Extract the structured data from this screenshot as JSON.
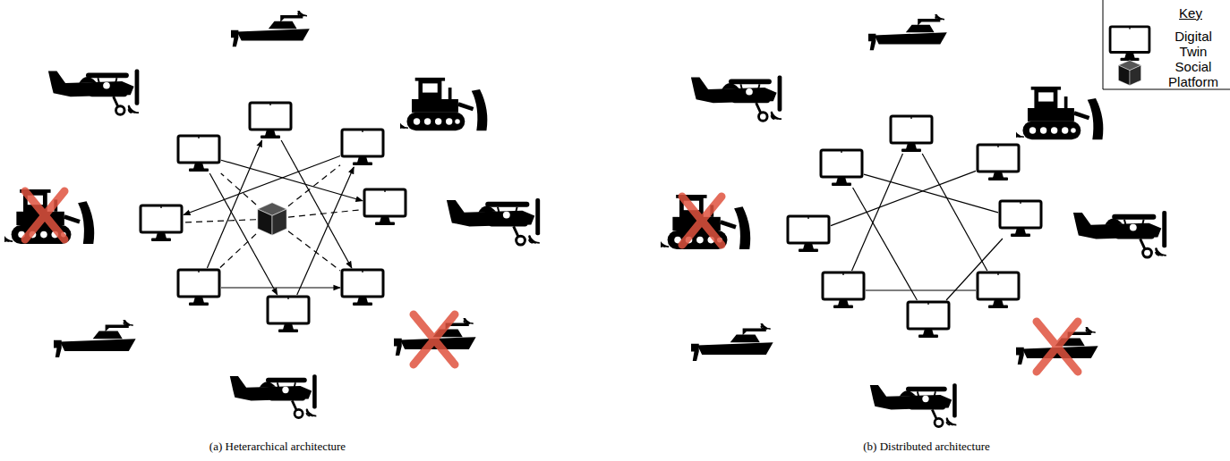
{
  "diagram": {
    "nodes": [
      {
        "text": []
      },
      {
        "text": []
      },
      {
        "text": []
      },
      {
        "text": []
      },
      {
        "text": []
      },
      {
        "text": []
      },
      {
        "text": []
      },
      {
        "text": []
      },
      {
        "text": []
      },
      {
        "text": []
      },
      {
        "text": []
      },
      {
        "text": []
      },
      {
        "text": []
      },
      {
        "text": []
      },
      {
        "text": []
      },
      {
        "text": []
      },
      {
        "text": []
      }
    ],
    "edges": [
      {
        "from": 7,
        "to": 2,
        "arrow": "to"
      },
      {
        "from": 7,
        "to": 4,
        "arrow": "to"
      },
      {
        "from": 5,
        "to": 0,
        "arrow": "to"
      },
      {
        "from": 0,
        "to": 3,
        "arrow": "to"
      },
      {
        "from": 1,
        "to": 6,
        "arrow": "to"
      },
      {
        "from": 5,
        "to": 3,
        "arrow": "to"
      },
      {
        "from": 4,
        "to": 1,
        "arrow": "to"
      },
      {
        "from": 8,
        "to": 7,
        "arrow": "none"
      },
      {
        "from": 8,
        "to": 1,
        "arrow": "none"
      },
      {
        "from": 8,
        "to": 6,
        "arrow": "none"
      },
      {
        "from": 8,
        "to": 2,
        "arrow": "none"
      },
      {
        "from": 8,
        "to": 3,
        "arrow": "none"
      },
      {
        "from": 8,
        "to": 5,
        "arrow": "none"
      },
      {
        "from": 16,
        "to": 11,
        "arrow": "none"
      },
      {
        "from": 16,
        "to": 13,
        "arrow": "none"
      },
      {
        "from": 9,
        "to": 14,
        "arrow": "none"
      },
      {
        "from": 9,
        "to": 12,
        "arrow": "none"
      },
      {
        "from": 10,
        "to": 15,
        "arrow": "none"
      },
      {
        "from": 14,
        "to": 12,
        "arrow": "none"
      },
      {
        "from": 11,
        "to": 13,
        "arrow": "none"
      }
    ],
    "labels": [
      "(a) Heterarchical architecture",
      "(b) Distributed architecture",
      "Key"
    ],
    "legend": [
      {
        "text": "Digital Twin"
      },
      {
        "text": "Social Platform"
      }
    ]
  }
}
